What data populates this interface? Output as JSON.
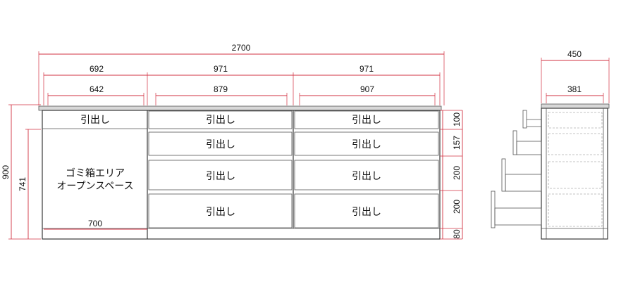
{
  "front": {
    "widths": {
      "total": "2700",
      "w1": "692",
      "w2": "971",
      "w3": "971",
      "inner1": "642",
      "inner2": "879",
      "inner3": "907",
      "trash_width": "700"
    },
    "heights": {
      "total": "900",
      "inner": "741",
      "h1": "100",
      "h2": "157",
      "h3": "200",
      "h4": "200",
      "h5": "80"
    },
    "drawer_label": "引出し",
    "trash_area": {
      "line1": "ゴミ箱エリア",
      "line2": "オープンスペース"
    }
  },
  "side": {
    "depth": "450",
    "inner_depth": "381"
  }
}
